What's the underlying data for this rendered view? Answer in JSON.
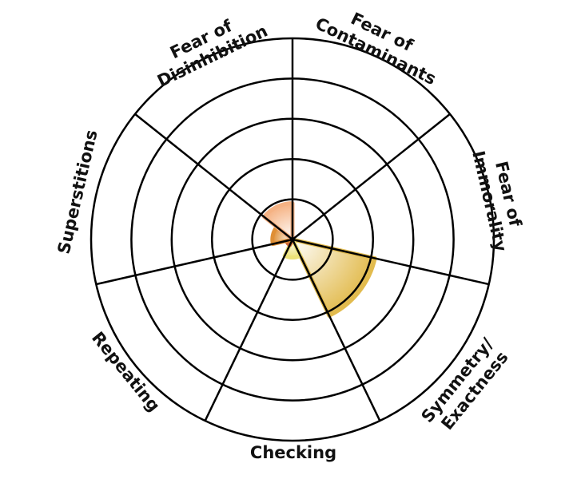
{
  "chart_data": {
    "type": "polar-area",
    "title": "",
    "categories": [
      "Fear of Contaminants",
      "Fear of Immorality",
      "Symmetry/ Exactness",
      "Checking",
      "Repeating",
      "Superstitions",
      "Fear of Disinhibition"
    ],
    "label_lines": [
      [
        "Fear of",
        "Contaminants"
      ],
      [
        "Fear of",
        "Immorality"
      ],
      [
        "Symmetry/",
        "Exactness"
      ],
      [
        "Checking"
      ],
      [
        "Repeating"
      ],
      [
        "Superstitions"
      ],
      [
        "Fear of",
        "Disinhibition"
      ]
    ],
    "values": [
      0,
      0,
      2.1,
      0.45,
      0.15,
      0.5,
      0.9
    ],
    "rmax": 5,
    "rings": 5,
    "colors": [
      "#e8a860",
      "#e8a860",
      "#e2bb4e",
      "#ece27a",
      "#cf6a3a",
      "#df8f35",
      "#f5b283"
    ],
    "grid": true,
    "legend": "none"
  }
}
